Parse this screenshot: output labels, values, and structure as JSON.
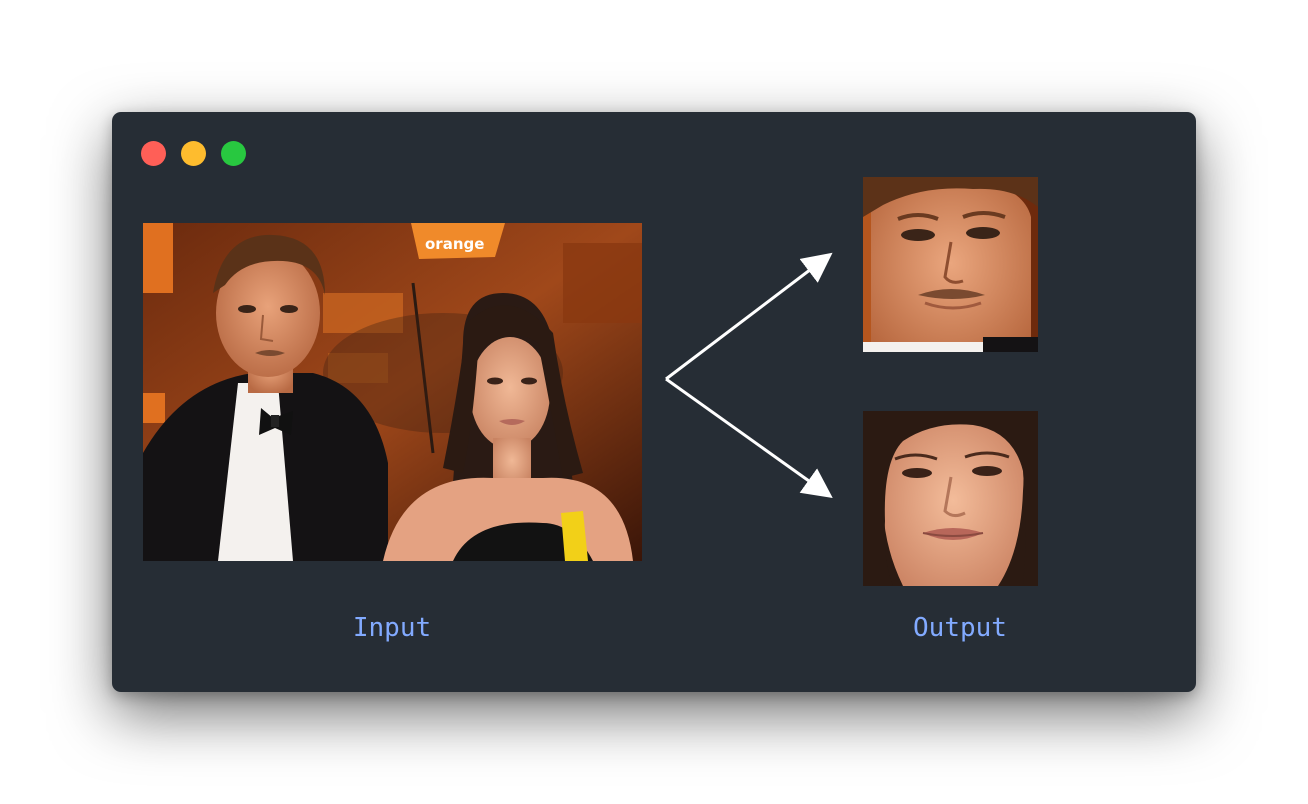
{
  "window": {
    "controls": [
      {
        "name": "close",
        "color": "#ff5f57"
      },
      {
        "name": "minimize",
        "color": "#febc2e"
      },
      {
        "name": "zoom",
        "color": "#28c840"
      }
    ]
  },
  "images": {
    "input": {
      "description": "photo-two-people",
      "sign_text": "orange"
    },
    "outputs": [
      "face-crop-man",
      "face-crop-woman"
    ]
  },
  "labels": {
    "input": "Input",
    "output": "Output"
  },
  "colors": {
    "window_bg": "#262d35",
    "label": "#82aaff",
    "arrow": "#ffffff"
  }
}
